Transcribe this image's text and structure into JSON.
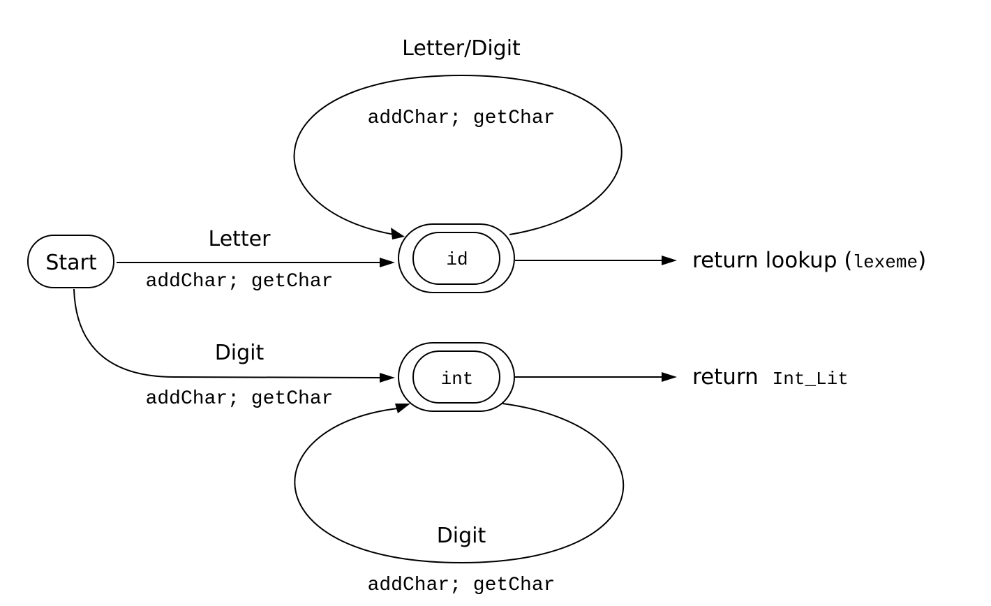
{
  "states": {
    "start": "Start",
    "id": "id",
    "int": "int"
  },
  "transitions": {
    "start_to_id": {
      "condition": "Letter",
      "action": "addChar; getChar"
    },
    "start_to_int": {
      "condition": "Digit",
      "action": "addChar; getChar"
    },
    "id_loop": {
      "condition": "Letter/Digit",
      "action": "addChar; getChar"
    },
    "int_loop": {
      "condition": "Digit",
      "action": "addChar; getChar"
    }
  },
  "outputs": {
    "id_return": {
      "keyword": "return lookup (",
      "arg": "lexeme",
      "close": ")"
    },
    "int_return": {
      "keyword": "return ",
      "token": "Int_Lit"
    }
  }
}
